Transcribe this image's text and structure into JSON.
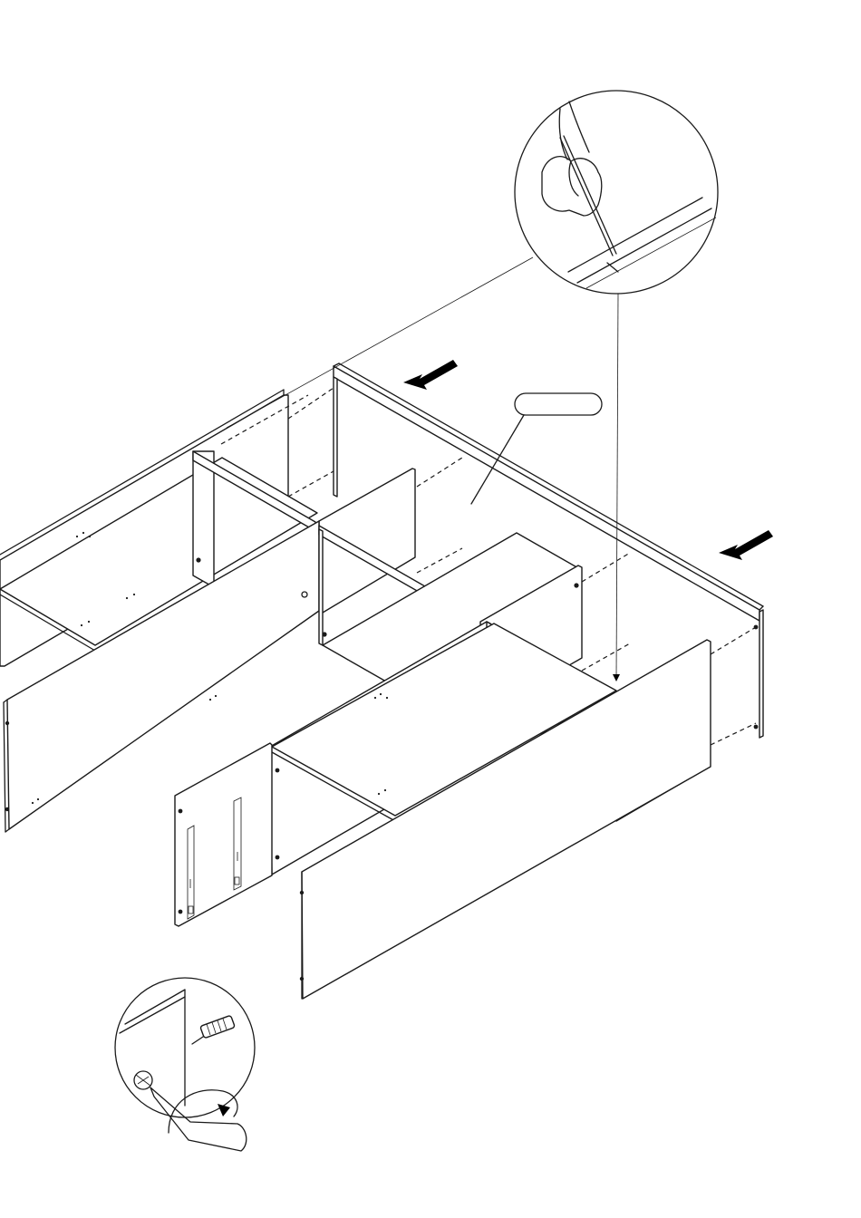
{
  "figure": {
    "type": "assembly-instruction",
    "callout_label": "",
    "callouts": [
      {
        "name": "pencil-marking-detail",
        "icon": "hand-pencil-icon"
      },
      {
        "name": "cam-lock-screwdriver-detail",
        "icon": "screwdriver-icon"
      }
    ],
    "push_arrows": 2,
    "colors": {
      "line": "#1a1a1a",
      "arrow": "#000000",
      "background": "#ffffff"
    }
  }
}
